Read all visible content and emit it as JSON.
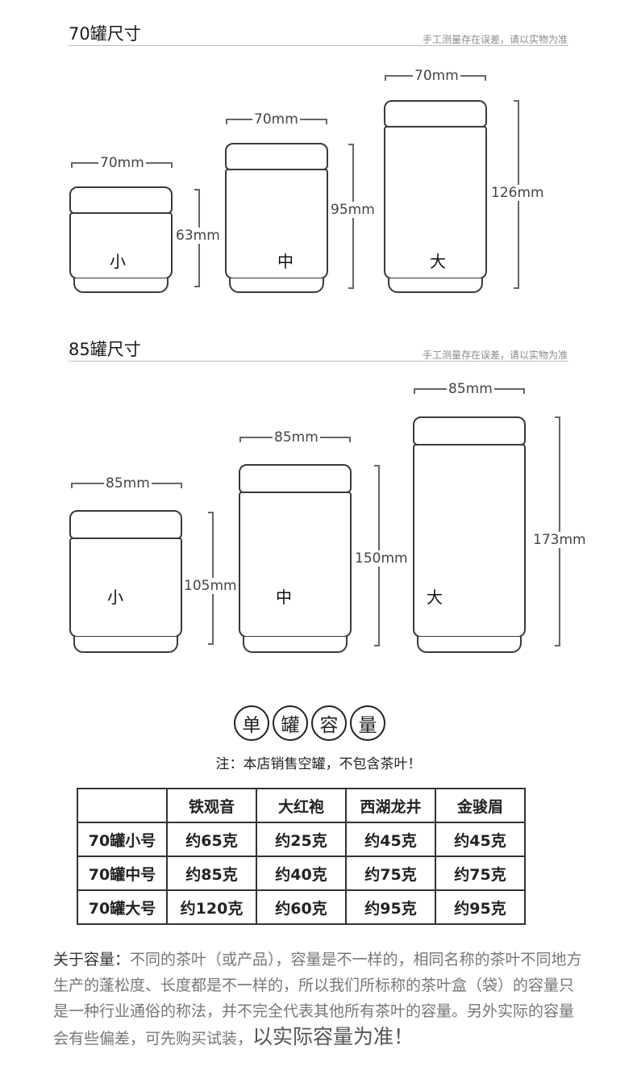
{
  "sections": [
    {
      "title": "70罐尺寸",
      "note": "手工测量存在误差，请以实物为准",
      "jars": [
        {
          "label": "小",
          "width": "70mm",
          "height": "63mm"
        },
        {
          "label": "中",
          "width": "70mm",
          "height": "95mm"
        },
        {
          "label": "大",
          "width": "70mm",
          "height": "126mm"
        }
      ]
    },
    {
      "title": "85罐尺寸",
      "note": "手工测量存在误差，请以实物为准",
      "jars": [
        {
          "label": "小",
          "width": "85mm",
          "height": "105mm"
        },
        {
          "label": "中",
          "width": "85mm",
          "height": "150mm"
        },
        {
          "label": "大",
          "width": "85mm",
          "height": "173mm"
        }
      ]
    }
  ],
  "capacity": {
    "title_chars": [
      "单",
      "罐",
      "容",
      "量"
    ],
    "note": "注：本店销售空罐，不包含茶叶！",
    "headers": [
      "",
      "铁观音",
      "大红袍",
      "西湖龙井",
      "金骏眉"
    ],
    "rows": [
      [
        "70罐小号",
        "约65克",
        "约25克",
        "约45克",
        "约45克"
      ],
      [
        "70罐中号",
        "约85克",
        "约40克",
        "约75克",
        "约75克"
      ],
      [
        "70罐大号",
        "约120克",
        "约60克",
        "约95克",
        "约95克"
      ]
    ]
  },
  "about": {
    "lead": "关于容量：",
    "body": "不同的茶叶（或产品），容量是不一样的，相同名称的茶叶不同地方生产的蓬松度、长度都是不一样的，所以我们所标称的茶叶盒（袋）的容量只是一种行业通俗的称法，并不完全代表其他所有茶叶的容量。另外实际的容量会有些偏差，可先购买试装，",
    "emphasis": "以实际容量为准！"
  }
}
